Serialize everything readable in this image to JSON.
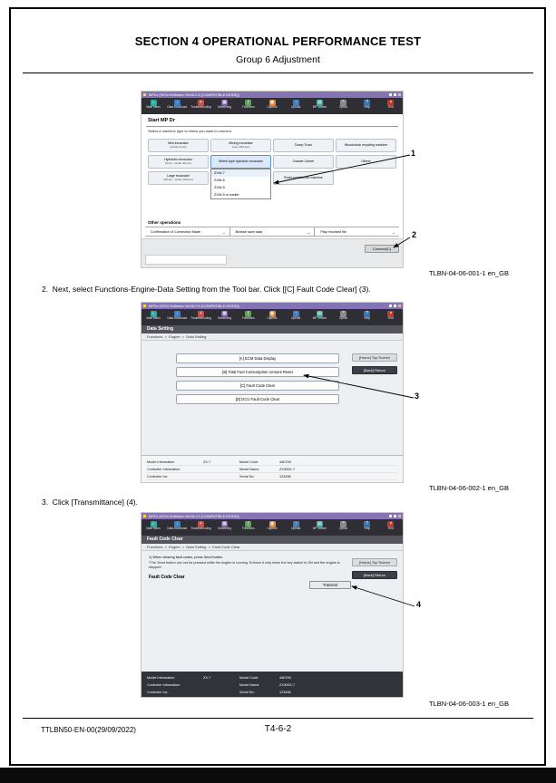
{
  "page": {
    "section_title": "SECTION 4 OPERATIONAL PERFORMANCE TEST",
    "group_title": "Group 6 Adjustment",
    "footer_left": "TTLBN50-EN-00(29/09/2022)",
    "footer_page": "T4-6-2"
  },
  "steps": {
    "step2": "2.  Next, select Functions-Engine-Data Setting from the Tool bar. Click [[C] Fault Code Clear] (3).",
    "step3": "3.  Click [Transmittance] (4)."
  },
  "captions": {
    "fig1": "TLBN-04-06-001-1 en_GB",
    "fig2": "TLBN-04-06-002-1 en_GB",
    "fig3": "TLBN-04-06-003-1 en_GB"
  },
  "callouts": {
    "c1": "1",
    "c2": "2",
    "c3": "3",
    "c4": "4"
  },
  "toolbar": {
    "items": [
      {
        "label": "Main Menu",
        "glyph": "⌂",
        "color": "#2fa8a0"
      },
      {
        "label": "Data Download",
        "glyph": "↓",
        "color": "#3f7fc1"
      },
      {
        "label": "Troubleshooting",
        "glyph": "+",
        "color": "#c0504d"
      },
      {
        "label": "Monitoring",
        "glyph": "▦",
        "color": "#7b5ea7"
      },
      {
        "label": "Functions",
        "glyph": "ƒ",
        "color": "#5a9e5d"
      },
      {
        "label": "Capture",
        "glyph": "◉",
        "color": "#e08a3c"
      },
      {
        "label": "Upload",
        "glyph": "↑",
        "color": "#3f7fc1"
      },
      {
        "label": "MP Viewer",
        "glyph": "▤",
        "color": "#2fa8a0"
      },
      {
        "label": "Option",
        "glyph": "*",
        "color": "#8a8a8a"
      },
      {
        "label": "Help",
        "glyph": "?",
        "color": "#2e75b6"
      },
      {
        "label": "End",
        "glyph": "×",
        "color": "#c0392b"
      }
    ]
  },
  "shot1": {
    "titlebar": "MPDr (HCM Software Ver16.0.0 [COMPATIBLE MODE])",
    "heading": "Start MP Dr",
    "subheading": "Select a machine type to which you want to connect.",
    "machines": [
      {
        "name": "Mini excavator",
        "sub": "(under 8 ton)"
      },
      {
        "name": "Mining excavator",
        "sub": "(over 100 ton)"
      },
      {
        "name": "Dump Truck",
        "sub": ""
      },
      {
        "name": "Woodchuck recycling machine",
        "sub": ""
      },
      {
        "name": "Hydraulic excavator",
        "sub": "(8 ton - under 48 ton)"
      },
      {
        "name": "Wheel type hydraulic excavator",
        "sub": ""
      },
      {
        "name": "Crawler Carrier",
        "sub": ""
      },
      {
        "name": "Others",
        "sub": ""
      },
      {
        "name": "Large excavator",
        "sub": "(48 ton - under 100 ton)"
      },
      {
        "name": "Road construction machine",
        "sub": ""
      }
    ],
    "dropdown": [
      "ZXW-7",
      "ZXW-6",
      "ZXW-5",
      "ZXW-5 or earlier"
    ],
    "other_operations_label": "Other operations",
    "operations": [
      "Confirmation of Connection Made",
      "Browse save data",
      "Play recorded file"
    ],
    "op_arrow": "→",
    "connect_button": "Connect(C)"
  },
  "shot2": {
    "titlebar": "MPDr (HCM Software Ver16.0.0 [COMPATIBLE MODE])",
    "screen_title": "Data Setting",
    "breadcrumb": "Functions  >  Engine  >  Data Setting",
    "buttons": [
      "[A] ECM Data Display",
      "[B] Total Fuel Consumption Amount Reset",
      "[C] Fault Code Clear",
      "[D] DCU Fault Code Clear"
    ],
    "home_button": "[Home] Top Screen",
    "back_button": "[Back] Return"
  },
  "shot3": {
    "titlebar": "MPDr (HCM Software Ver16.0.0 [COMPATIBLE MODE])",
    "screen_title": "Fault Code Clear",
    "breadcrumb": "Functions  >  Engine  >  Data Setting  >  Fault Code Clear",
    "note1": "1) When clearing fault codes, press Send button.",
    "note2": "*The Send button can not be pressed while the engine is running. Enforce it only when the key switch is ON and the engine is stopped.",
    "section_label": "Fault Code Clear",
    "transmit_button": "Transmit",
    "home_button": "[Home] Top Screen",
    "back_button": "[Back] Return"
  },
  "model_info": {
    "rows": [
      {
        "label": "Model Information",
        "value": "ZX-7",
        "label2": "Model Code",
        "value2": "44E200"
      },
      {
        "label": "Controller Information",
        "value": "",
        "label2": "Model Name",
        "value2": "ZX300X-7"
      },
      {
        "label": "Controller Inc.",
        "value": "",
        "label2": "Serial No.",
        "value2": "123456"
      }
    ]
  }
}
